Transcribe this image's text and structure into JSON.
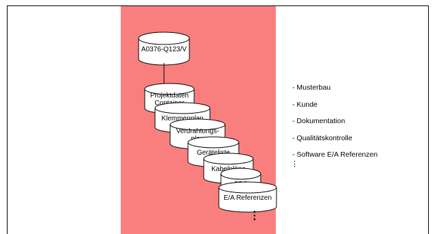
{
  "diagram": {
    "root_label": "A0376-Q123/V",
    "documents": [
      {
        "lines": [
          "Projektdaten",
          "Container"
        ]
      },
      {
        "lines": [
          "Klemmenplan"
        ]
      },
      {
        "lines": [
          "Verdrahtungs-",
          "plan"
        ]
      },
      {
        "lines": [
          "Geräteliste"
        ]
      },
      {
        "lines": [
          "Kabelpläne"
        ]
      },
      {
        "lines": [
          "SPS"
        ]
      },
      {
        "lines": [
          "E/A Referenzen"
        ]
      }
    ],
    "stack_more_marker": "⋮",
    "band_color": "#f97f7f"
  },
  "notes": {
    "items": [
      "- Musterbau",
      "- Kunde",
      "- Dokumentation",
      "- Qualitätskontrolle",
      "- Software E/A Referenzen"
    ],
    "more_marker": "⋮"
  }
}
